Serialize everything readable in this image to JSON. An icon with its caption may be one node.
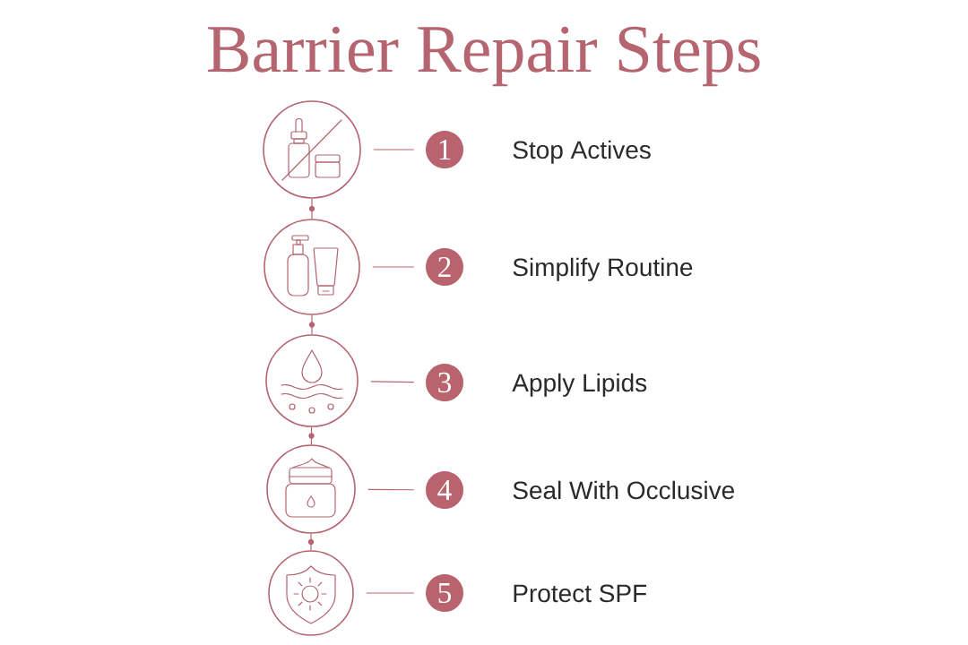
{
  "diagram": {
    "title": "Barrier Repair Steps",
    "nodes": [
      {
        "text": [],
        "shape": "circle"
      },
      {
        "text": [
          "1"
        ],
        "beside": [
          "Stop Actives"
        ]
      },
      {
        "text": [],
        "shape": "circle"
      },
      {
        "text": [
          "2"
        ],
        "beside": [
          "Simplify Routine"
        ]
      },
      {
        "text": [],
        "shape": "circle"
      },
      {
        "text": [
          "3"
        ],
        "beside": [
          "Apply Lipids"
        ]
      },
      {
        "text": [],
        "shape": "circle"
      },
      {
        "text": [
          "4"
        ],
        "beside": [
          "Seal With Occlusive"
        ]
      },
      {
        "text": [],
        "shape": "circle"
      },
      {
        "text": [
          "5"
        ],
        "beside": [
          "Protect SPF"
        ]
      }
    ],
    "edges": [
      {
        "from": 0,
        "to": 1,
        "arrow": "none"
      },
      {
        "from": 0,
        "to": 2,
        "arrow": "none"
      },
      {
        "from": 2,
        "to": 3,
        "arrow": "none"
      },
      {
        "from": 2,
        "to": 4,
        "arrow": "none"
      },
      {
        "from": 4,
        "to": 5,
        "arrow": "none"
      },
      {
        "from": 4,
        "to": 6,
        "arrow": "none"
      },
      {
        "from": 6,
        "to": 7,
        "arrow": "none"
      },
      {
        "from": 6,
        "to": 8,
        "arrow": "none"
      },
      {
        "from": 8,
        "to": 9,
        "arrow": "none"
      }
    ]
  }
}
